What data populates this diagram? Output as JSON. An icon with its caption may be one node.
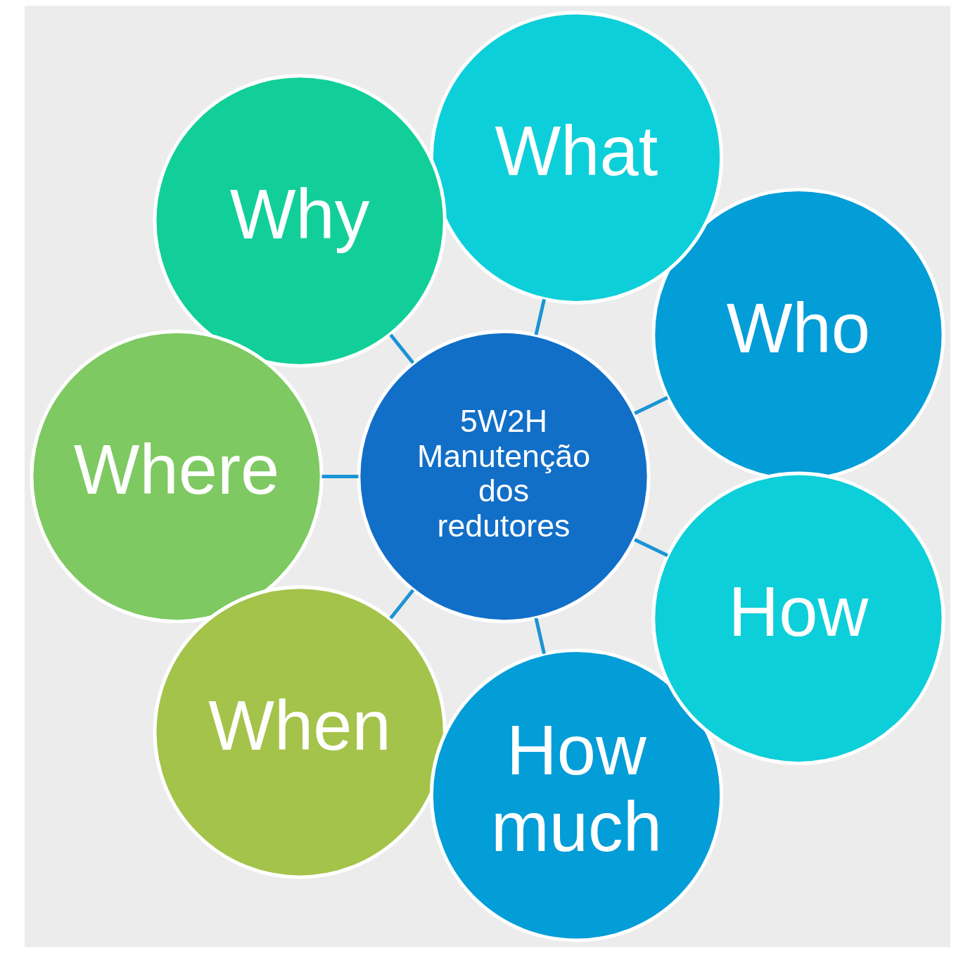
{
  "diagram": {
    "nodes": [
      {
        "text": [
          "5W2H",
          "Manutenção dos redutores"
        ]
      },
      {
        "text": [
          "Who"
        ]
      },
      {
        "text": [
          "What"
        ]
      },
      {
        "text": [
          "Why"
        ]
      },
      {
        "text": [
          "Where"
        ]
      },
      {
        "text": [
          "When"
        ]
      },
      {
        "text": [
          "How much"
        ]
      },
      {
        "text": [
          "How"
        ]
      }
    ],
    "edges": [
      {
        "from": 0,
        "to": 1,
        "arrow": "none"
      },
      {
        "from": 0,
        "to": 2,
        "arrow": "none"
      },
      {
        "from": 0,
        "to": 3,
        "arrow": "none"
      },
      {
        "from": 0,
        "to": 4,
        "arrow": "none"
      },
      {
        "from": 0,
        "to": 5,
        "arrow": "none"
      },
      {
        "from": 0,
        "to": 6,
        "arrow": "none"
      },
      {
        "from": 0,
        "to": 7,
        "arrow": "none"
      }
    ]
  }
}
